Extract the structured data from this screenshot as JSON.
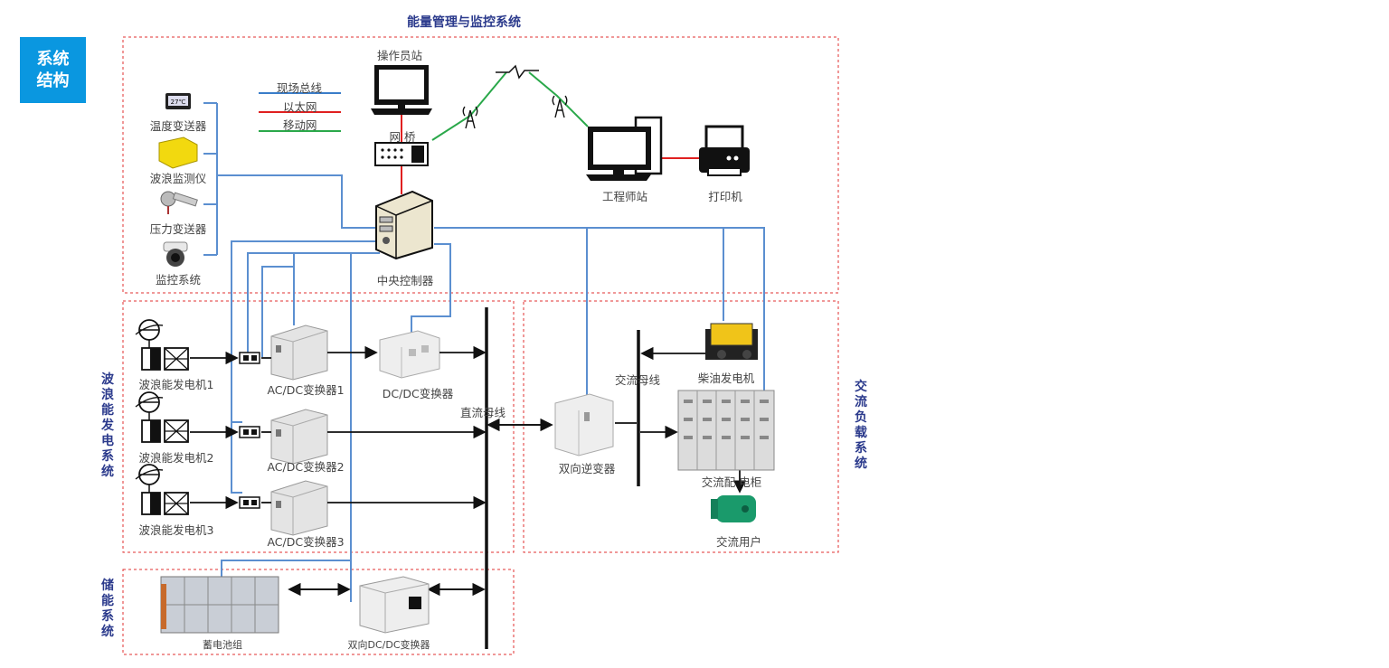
{
  "badge": {
    "line1": "系统",
    "line2": "结构"
  },
  "title": "能量管理与监控系统",
  "sections": {
    "wave": "波浪能发电系统",
    "storage": "储能系统",
    "ac_load": "交流负载系统"
  },
  "legend": [
    {
      "label": "现场总线",
      "color": "#3a7dc9"
    },
    {
      "label": "以太网",
      "color": "#e02020"
    },
    {
      "label": "移动网",
      "color": "#2aa84a"
    }
  ],
  "sensors": [
    "温度变送器",
    "波浪监测仪",
    "压力变送器",
    "监控系统"
  ],
  "temp_display": "27℃",
  "devices": {
    "operator_station": "操作员站",
    "bridge": "网  桥",
    "engineer_station": "工程师站",
    "printer": "打印机",
    "central_controller": "中央控制器",
    "generators": [
      "波浪能发电机1",
      "波浪能发电机2",
      "波浪能发电机3"
    ],
    "acdc": [
      "AC/DC变换器1",
      "AC/DC变换器2",
      "AC/DC变换器3"
    ],
    "dcdc": "DC/DC变换器",
    "dc_bus": "直流母线",
    "inverter": "双向逆变器",
    "ac_bus": "交流母线",
    "diesel": "柴油发电机",
    "switchgear": "交流配  电柜",
    "ac_user": "交流用户",
    "battery": "蓄电池组",
    "bidir_dcdc": "双向DC/DC变换器"
  },
  "colors": {
    "fieldbus": "#3a7dc9",
    "ethernet": "#e02020",
    "mobile": "#2aa84a",
    "frame": "#e03030",
    "heading": "#2b3a8c",
    "badge": "#0a97e0"
  }
}
